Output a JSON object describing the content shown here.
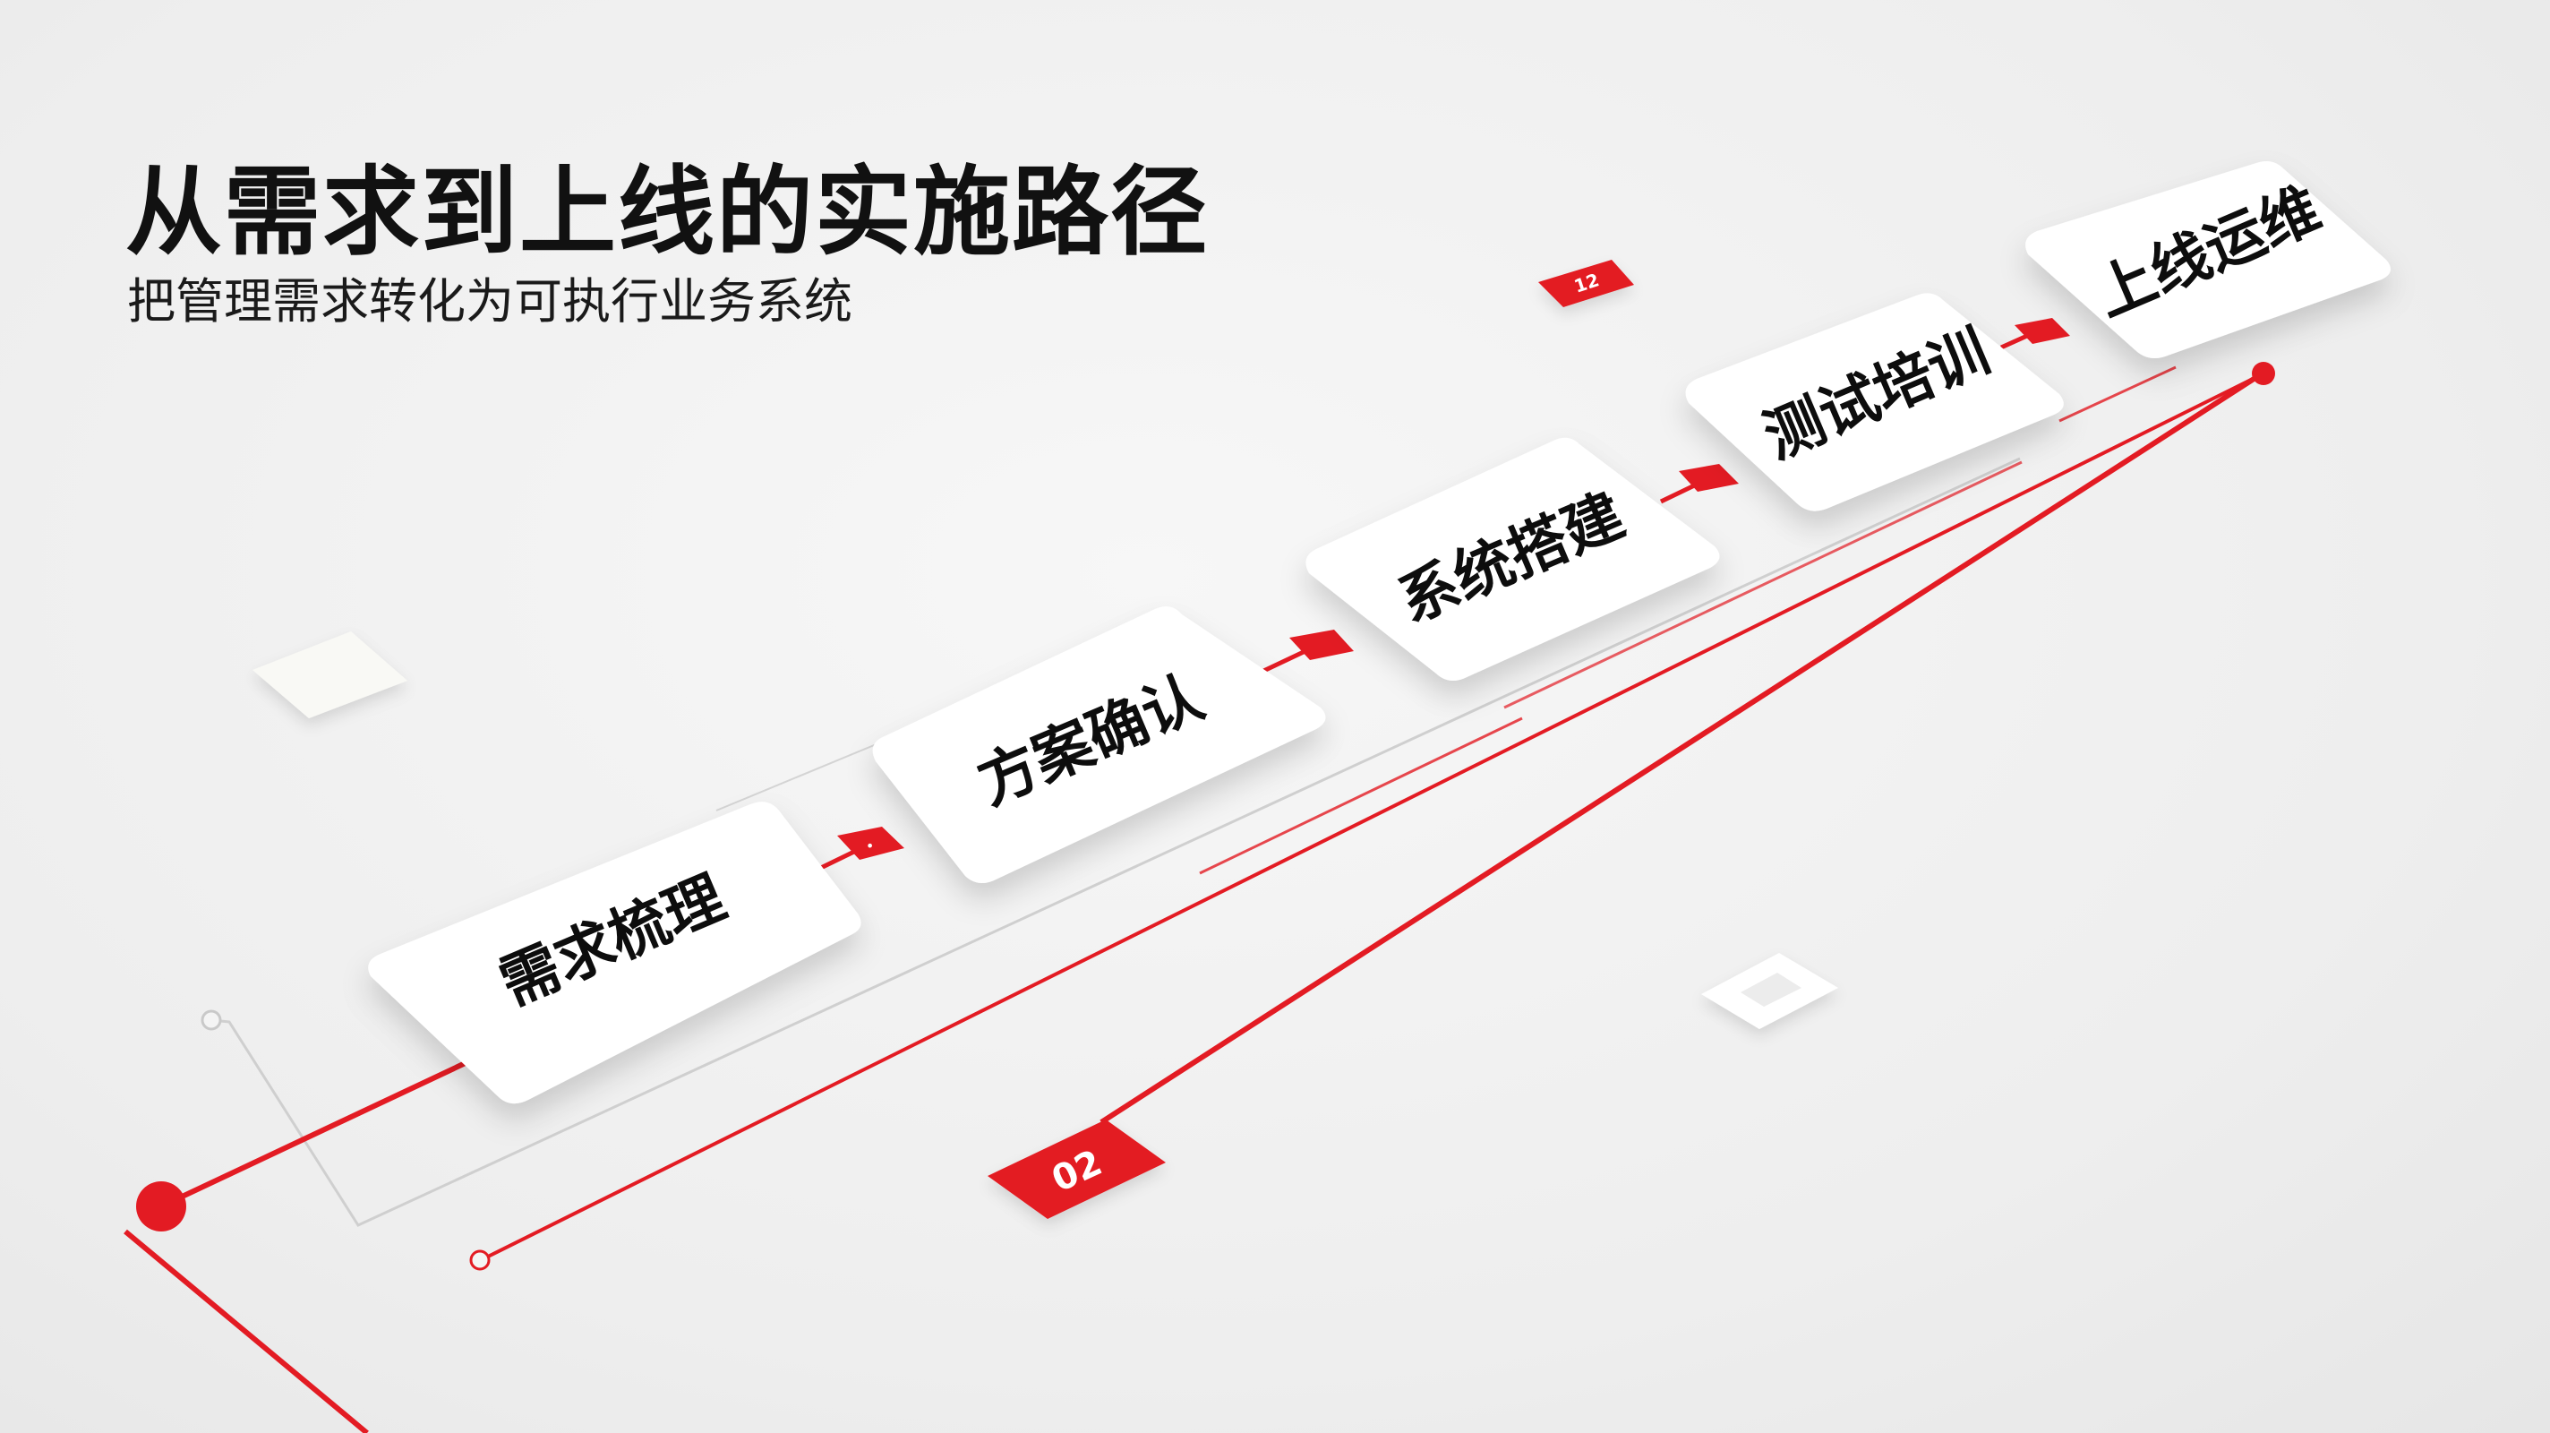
{
  "header": {
    "title": "从需求到上线的实施路径",
    "subtitle": "把管理需求转化为可执行业务系统"
  },
  "colors": {
    "accent": "#e31b23",
    "card": "#ffffff",
    "text": "#111111",
    "line_gray": "#cfcfcf"
  },
  "steps": [
    {
      "label": "需求梳理"
    },
    {
      "label": "方案确认"
    },
    {
      "label": "系统搭建"
    },
    {
      "label": "测试培训"
    },
    {
      "label": "上线运维"
    }
  ],
  "badges": {
    "large": "02",
    "top": "12"
  }
}
